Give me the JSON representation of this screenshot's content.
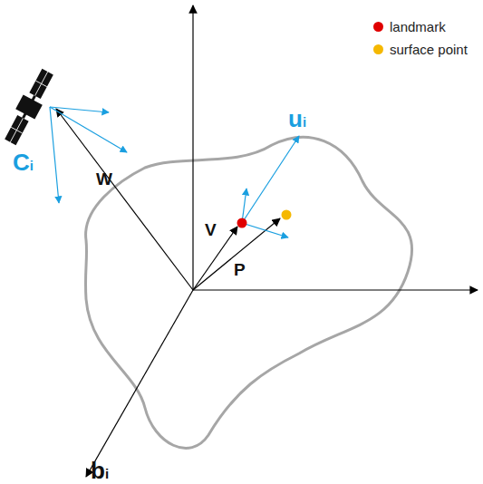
{
  "diagram": {
    "labels": [
      "Ci",
      "W",
      "ui",
      "V",
      "P",
      "bi"
    ],
    "legend": [
      {
        "text": "landmark",
        "color": "#e00000"
      },
      {
        "text": "surface point",
        "color": "#f5b800"
      }
    ]
  }
}
